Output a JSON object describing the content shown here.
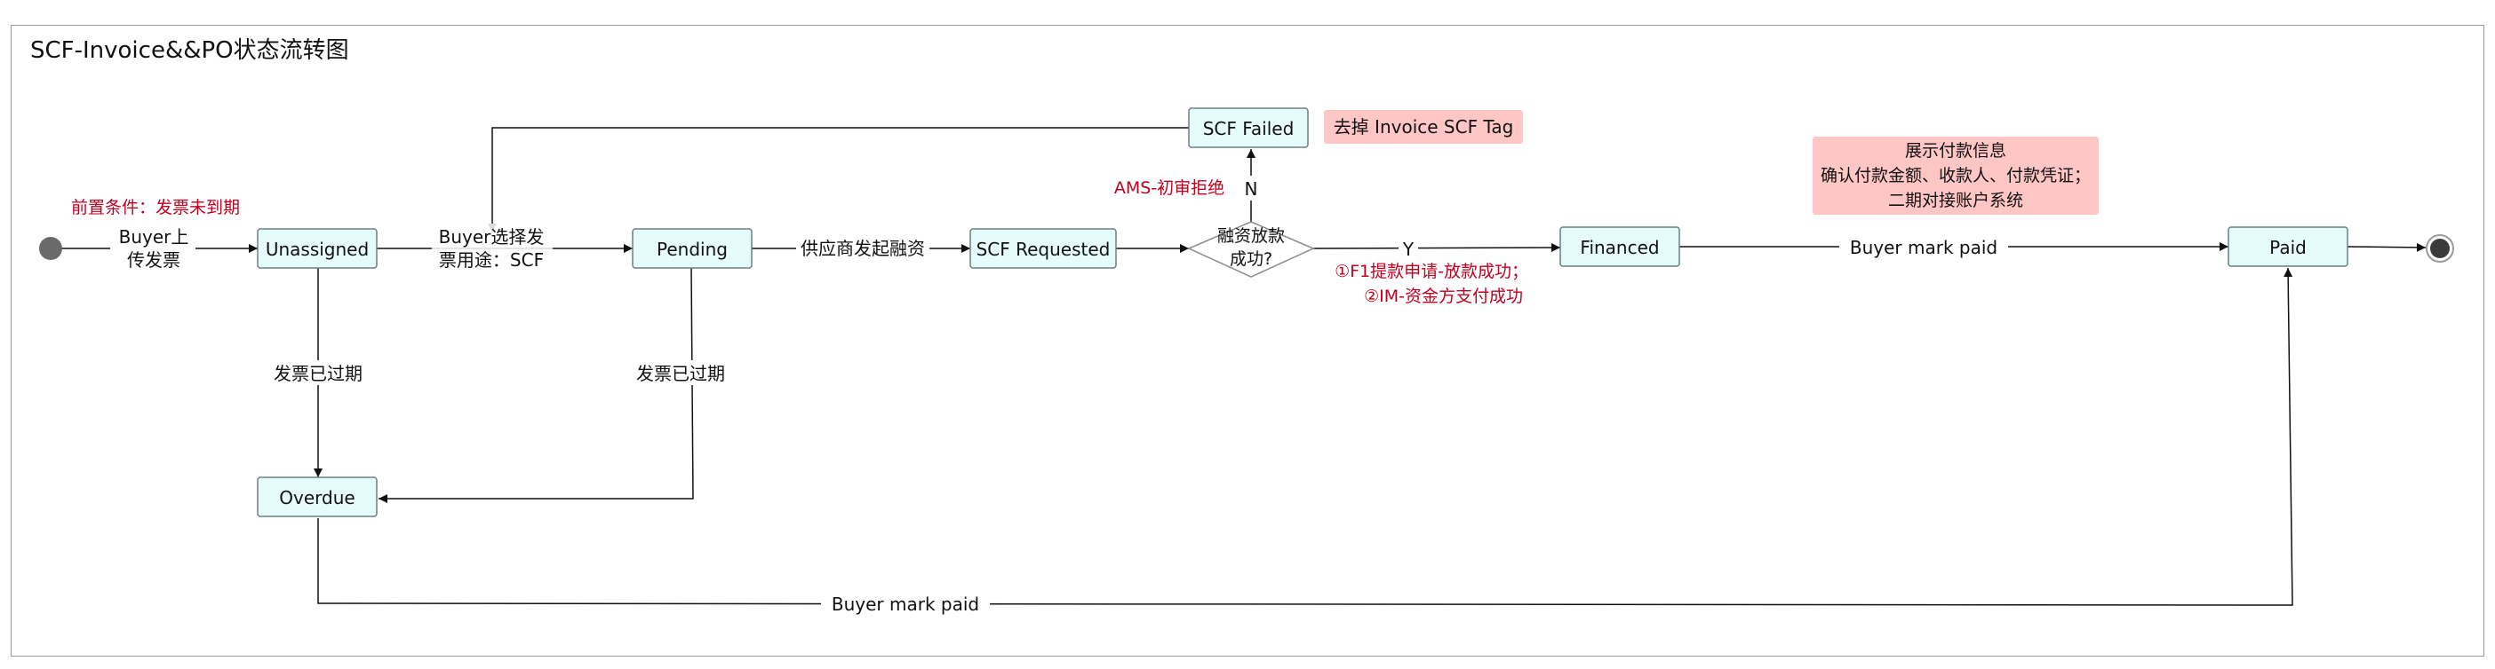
{
  "title": "SCF-Invoice&&PO状态流转图",
  "colors": {
    "state_fill": "#e6fbfb",
    "state_stroke": "#6d7f80",
    "note_fill": "#ffc6c6",
    "accent_text": "#c1001f",
    "line": "#111111"
  },
  "states": {
    "unassigned": "Unassigned",
    "pending": "Pending",
    "scf_requested": "SCF Requested",
    "scf_failed": "SCF Failed",
    "financed": "Financed",
    "paid": "Paid",
    "overdue": "Overdue"
  },
  "decision": {
    "line1": "融资放款",
    "line2": "成功?"
  },
  "edges": {
    "start_line1": "Buyer上",
    "start_line2": "传发票",
    "buyer_select_line1": "Buyer选择发",
    "buyer_select_line2": "票用途：SCF",
    "supplier_finance": "供应商发起融资",
    "yes": "Y",
    "no": "N",
    "expired_1": "发票已过期",
    "expired_2": "发票已过期",
    "buyer_mark_paid_1": "Buyer mark paid",
    "buyer_mark_paid_2": "Buyer mark paid"
  },
  "annotations": {
    "precondition": "前置条件：发票未到期",
    "ams_reject": "AMS-初审拒绝",
    "success_line1": "①F1提款申请-放款成功；",
    "success_line2": "②IM-资金方支付成功"
  },
  "notes": {
    "remove_tag": "去掉 Invoice  SCF Tag",
    "payment_line1": "展示付款信息",
    "payment_line2": "确认付款金额、收款人、付款凭证；",
    "payment_line3": "二期对接账户系统"
  }
}
